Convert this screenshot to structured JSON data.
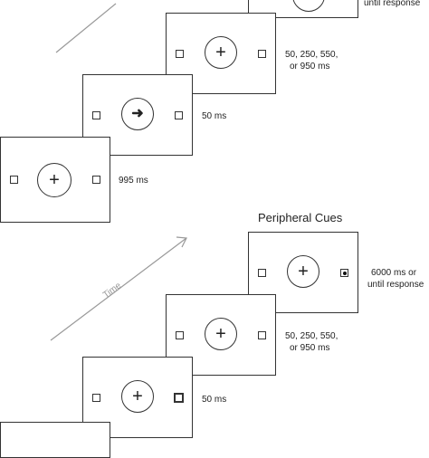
{
  "top_panel": {
    "durations": {
      "fixation": "995 ms",
      "cue": "50 ms",
      "soa_line1": "50, 250, 550,",
      "soa_line2": "or 950 ms",
      "target_line1": "until response"
    }
  },
  "bottom_panel": {
    "heading": "Peripheral Cues",
    "time_label": "Time",
    "durations": {
      "cue": "50 ms",
      "soa_line1": "50, 250, 550,",
      "soa_line2": "or 950 ms",
      "target_line1": "6000 ms or",
      "target_line2": "until response"
    }
  },
  "symbols": {
    "fixation": "+",
    "central_cue": "➜"
  },
  "icons": [
    "time-arrow-icon",
    "fixation-cross-icon",
    "placeholder-box-icon",
    "central-arrow-cue-icon",
    "target-dot-icon"
  ]
}
